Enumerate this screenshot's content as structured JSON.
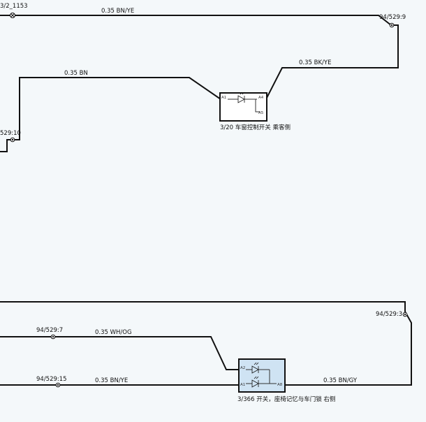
{
  "wires": {
    "top_bnye": "0.35 BN/YE",
    "bkye": "0.35 BK/YE",
    "bn": "0.35 BN",
    "whog": "0.35 WH/OG",
    "mid_bnye": "0.35 BN/YE",
    "bngy": "0.35 BN/GY"
  },
  "connectors": {
    "top_left": "3/2_1153",
    "c94_529_9": "94/529:9",
    "c529_10": "529:10",
    "c94_529_3": "94/529:3",
    "c94_529_7": "94/529:7",
    "c94_529_15": "94/529:15"
  },
  "components": {
    "window_switch": {
      "label": "3/20 车窗控制开关 乘客侧",
      "pins": {
        "a1": "A1",
        "a4": "A4",
        "a5": "A5"
      }
    },
    "seat_switch": {
      "label": "3/366 开关，座椅记忆与车门锁 右侧",
      "pins": {
        "a2": "A2",
        "a1": "A1",
        "a8": "A8"
      }
    }
  },
  "colors": {
    "wire": "#111111",
    "background": "#f4f8fa",
    "highlight": "#cfe3f3"
  }
}
